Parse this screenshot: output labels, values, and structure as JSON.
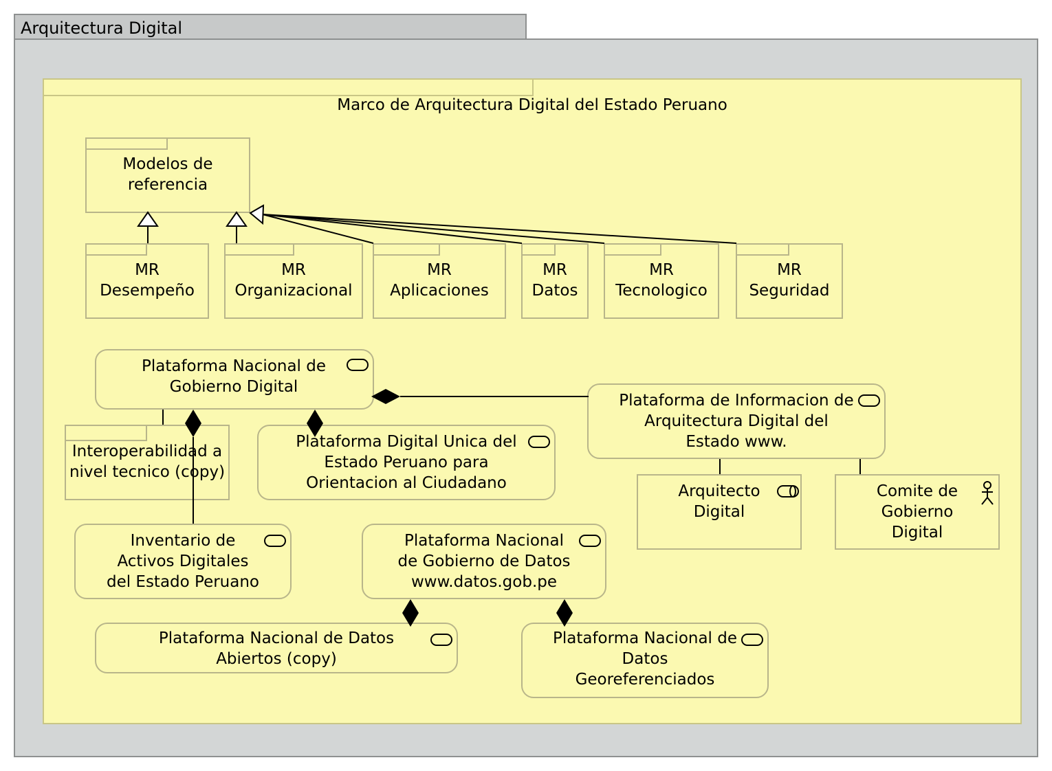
{
  "package": {
    "title": "Arquitectura Digital"
  },
  "group": {
    "title": "Marco de Arquitectura Digital del Estado Peruano"
  },
  "nodes": {
    "modelos": "Modelos de\nreferencia",
    "mr_desempeno": "MR\nDesempeño",
    "mr_organizacional": "MR\nOrganizacional",
    "mr_aplicaciones": "MR\nAplicaciones",
    "mr_datos": "MR\nDatos",
    "mr_tecnologico": "MR\nTecnologico",
    "mr_seguridad": "MR\nSeguridad",
    "pngd": "Plataforma Nacional de\nGobierno Digital",
    "pia": "Plataforma de Informacion de\nArquitectura Digital del\nEstado www.",
    "interop": "Interoperabilidad a\nnivel tecnico (copy)",
    "pdu": "Plataforma Digital Unica del\nEstado Peruano para\nOrientacion al Ciudadano",
    "arquitecto": "Arquitecto\nDigital",
    "comite": "Comite de\nGobierno\nDigital",
    "inventario": "Inventario de\nActivos Digitales\ndel Estado Peruano",
    "pngdatos": "Plataforma Nacional\nde Gobierno de Datos\nwww.datos.gob.pe",
    "pnda": "Plataforma Nacional de Datos\nAbiertos (copy)",
    "pndg": "Plataforma Nacional de\nDatos\nGeoreferenciados"
  },
  "colors": {
    "package_fill": "#d3d6d6",
    "package_border": "#8e9090",
    "element_fill": "#fbf9b1",
    "element_border": "#b8b58a"
  },
  "icons": {
    "service": "service-icon",
    "interface": "interface-icon",
    "actor": "actor-icon"
  }
}
